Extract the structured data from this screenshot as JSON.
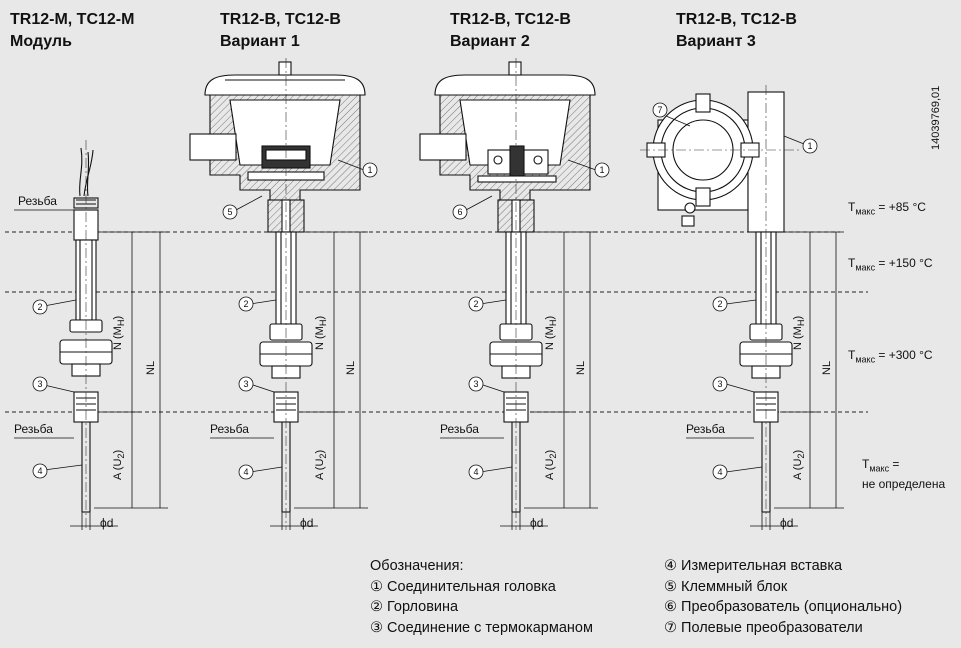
{
  "headers": [
    {
      "line1": "TR12-M, TC12-M",
      "line2": "Модуль"
    },
    {
      "line1": "TR12-B, TC12-B",
      "line2": "Вариант 1"
    },
    {
      "line1": "TR12-B, TC12-B",
      "line2": "Вариант 2"
    },
    {
      "line1": "TR12-B, TC12-B",
      "line2": "Вариант 3"
    }
  ],
  "doc_id": "14039769,01",
  "thread_label": "Резьба",
  "diameter_label": "ϕd",
  "dim_n": "N (M",
  "dim_n_sub": "H",
  "dim_a": "A (U",
  "dim_a_sub": "2",
  "dim_nl": "NL",
  "temp_zones": [
    {
      "prefix": "T",
      "sub": "макс",
      "value": " = +85 °C"
    },
    {
      "prefix": "T",
      "sub": "макс",
      "value": " = +150 °C"
    },
    {
      "prefix": "T",
      "sub": "макс",
      "value": " = +300 °C"
    },
    {
      "prefix": "T",
      "sub": "макс",
      "value": " =",
      "line2": "не определена"
    }
  ],
  "legend": {
    "title": "Обозначения:",
    "left": [
      "① Соединительная головка",
      "② Горловина",
      "③ Соединение с термокарманом"
    ],
    "right": [
      "④ Измерительная вставка",
      "⑤ Клеммный блок",
      "⑥ Преобразователь (опционально)",
      "⑦ Полевые преобразователи"
    ]
  },
  "callouts": [
    "①",
    "②",
    "③",
    "④",
    "⑤",
    "⑥",
    "⑦"
  ],
  "colors": {
    "background": "#e8e8e8",
    "line": "#111111",
    "hatch": "#555555"
  }
}
